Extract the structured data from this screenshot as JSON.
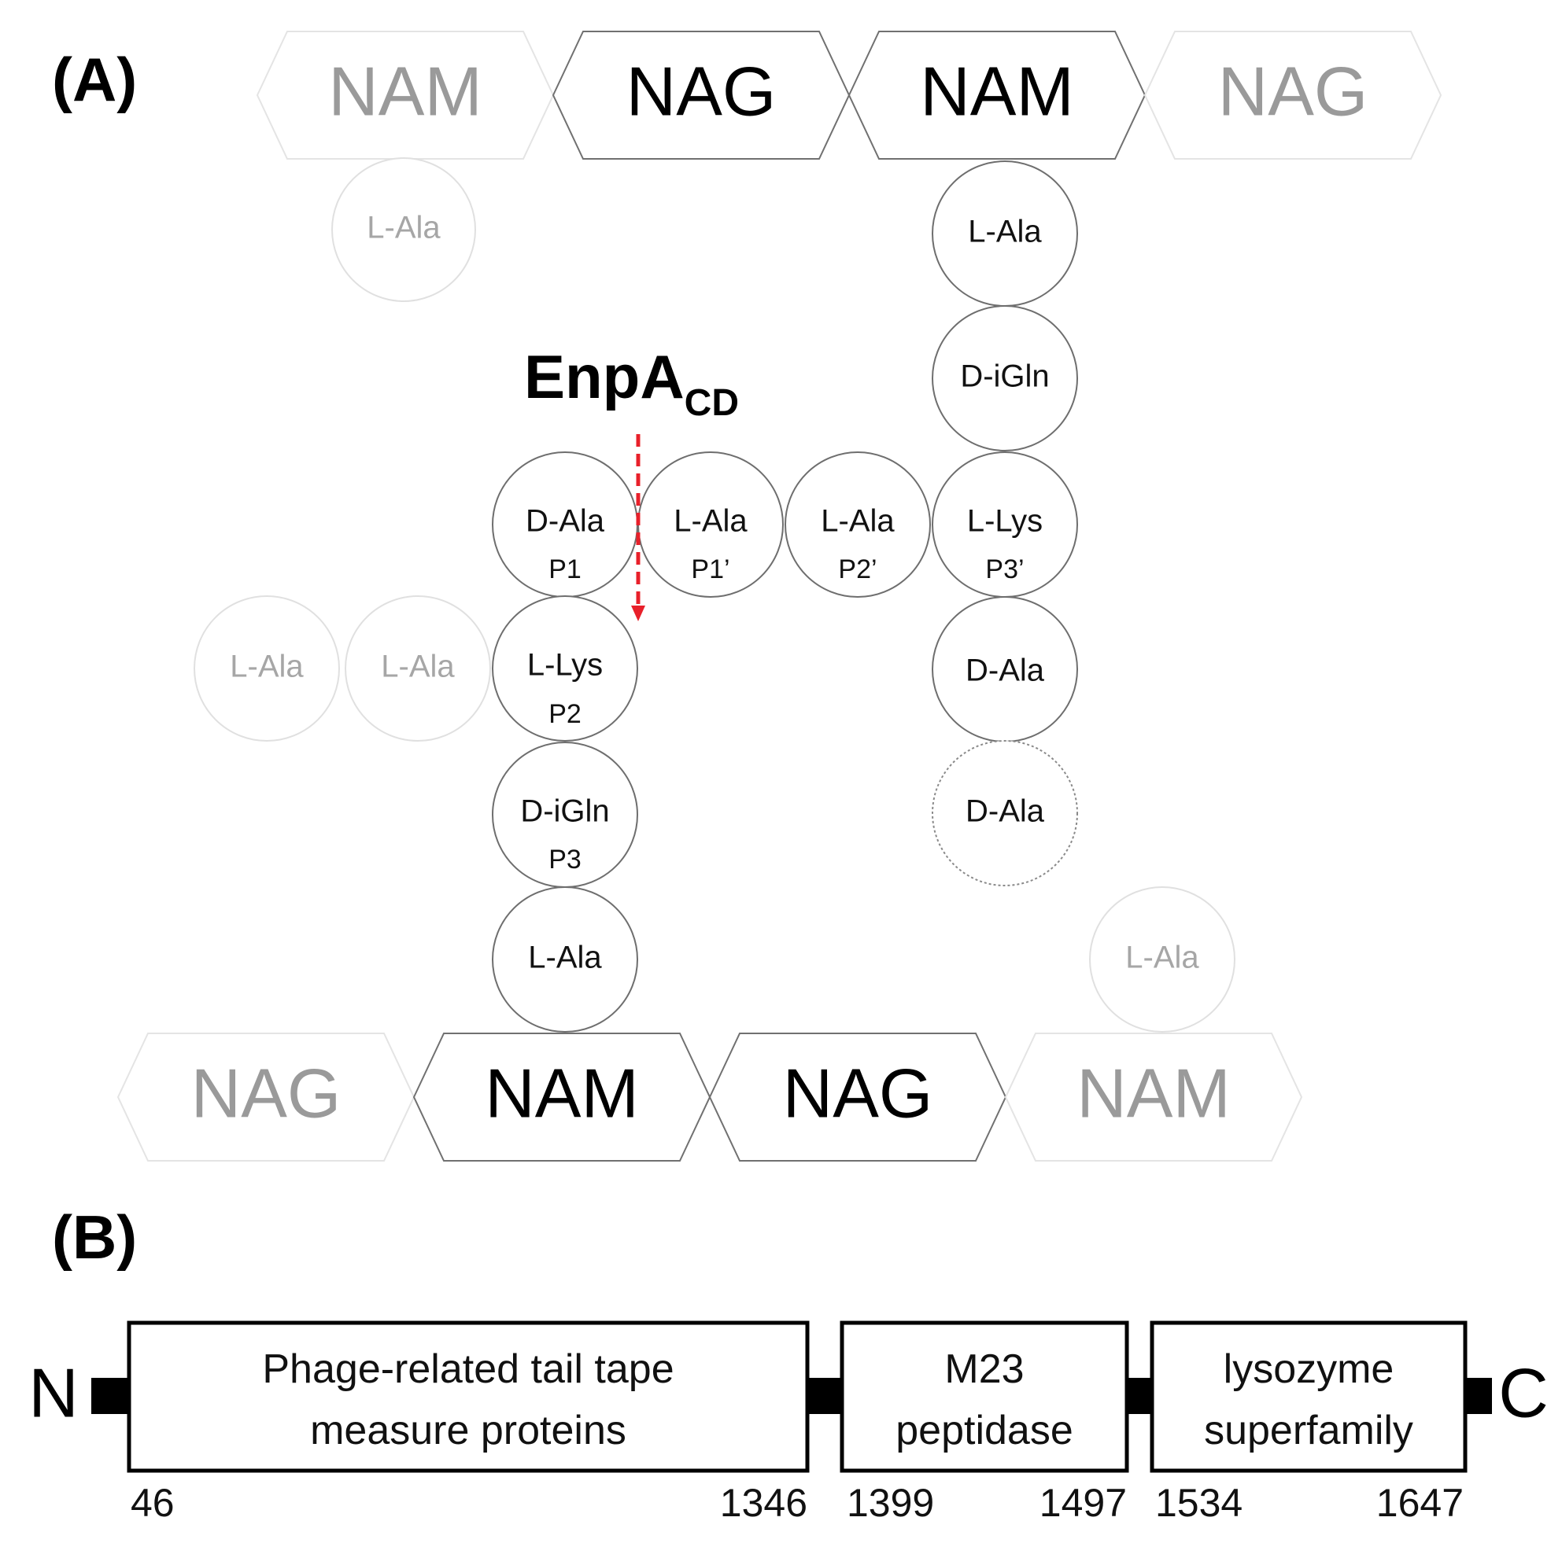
{
  "panel_a": {
    "label": "(A)",
    "enzyme": {
      "name": "EnpA",
      "subscript": "CD"
    },
    "cleavage_color": "#e8202a",
    "top_strand": [
      {
        "label": "NAM",
        "faded": true
      },
      {
        "label": "NAG",
        "faded": false
      },
      {
        "label": "NAM",
        "faded": false
      },
      {
        "label": "NAG",
        "faded": true
      }
    ],
    "bottom_strand": [
      {
        "label": "NAG",
        "faded": true
      },
      {
        "label": "NAM",
        "faded": false
      },
      {
        "label": "NAG",
        "faded": false
      },
      {
        "label": "NAM",
        "faded": true
      }
    ],
    "residues": {
      "top_faded_ala": {
        "name": "L-Ala",
        "faded": true
      },
      "right_chain": [
        {
          "name": "L-Ala"
        },
        {
          "name": "D-iGln"
        },
        {
          "name": "L-Lys",
          "site": "P3’"
        },
        {
          "name": "D-Ala"
        },
        {
          "name": "D-Ala",
          "dotted": true
        }
      ],
      "bridge": [
        {
          "name": "L-Ala",
          "site": "P1’"
        },
        {
          "name": "L-Ala",
          "site": "P2’"
        }
      ],
      "left_chain": [
        {
          "name": "D-Ala",
          "site": "P1"
        },
        {
          "name": "L-Lys",
          "site": "P2"
        },
        {
          "name": "D-iGln",
          "site": "P3"
        },
        {
          "name": "L-Ala"
        }
      ],
      "left_faded": [
        {
          "name": "L-Ala",
          "faded": true
        },
        {
          "name": "L-Ala",
          "faded": true
        }
      ],
      "bottom_faded_ala": {
        "name": "L-Ala",
        "faded": true
      }
    }
  },
  "panel_b": {
    "label": "(B)",
    "n_terminus": "N",
    "c_terminus": "C",
    "domains": [
      {
        "line1": "Phage-related tail tape",
        "line2": "measure proteins",
        "start": "46",
        "end": "1346"
      },
      {
        "line1": "M23",
        "line2": "peptidase",
        "start": "1399",
        "end": "1497"
      },
      {
        "line1": "lysozyme",
        "line2": "superfamily",
        "start": "1534",
        "end": "1647"
      }
    ]
  }
}
